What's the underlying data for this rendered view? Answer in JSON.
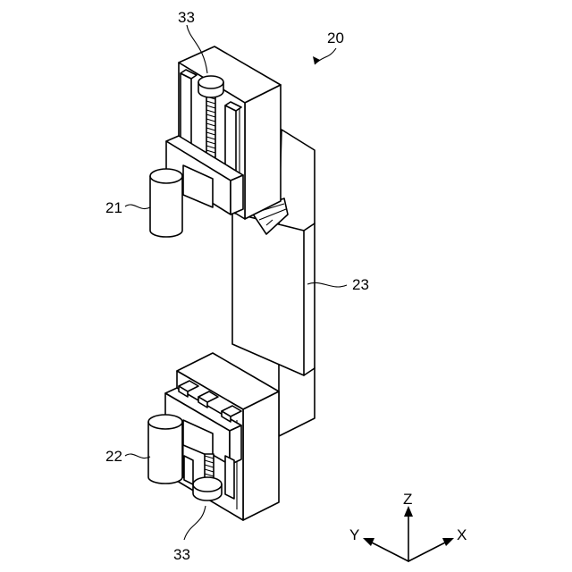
{
  "labels": {
    "assembly": "20",
    "upper_unit": "21",
    "lower_unit": "22",
    "frame": "23",
    "screw_top": "33",
    "screw_bottom": "33"
  },
  "axes": {
    "z": "Z",
    "x": "X",
    "y": "Y"
  }
}
